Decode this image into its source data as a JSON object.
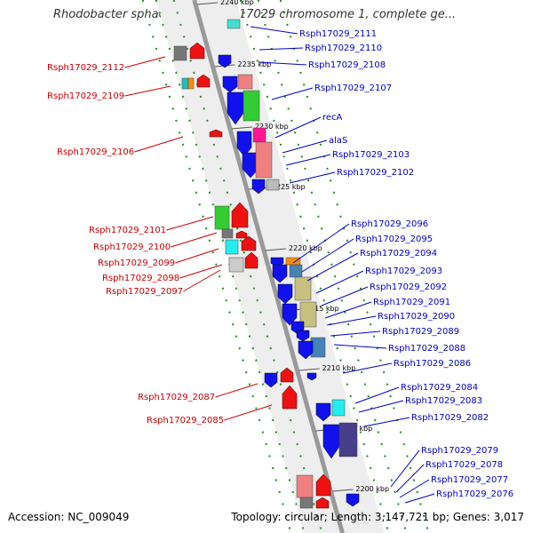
{
  "title": "Rhodobacter sphaeroides ATCC 17029 chromosome 1, complete ge...",
  "footer": {
    "accession": "Accession: NC_009049",
    "summary": "Topology: circular; Length: 3,147,721 bp; Genes: 3,017"
  },
  "colors": {
    "left_label": "#cc0000",
    "right_label": "#0000cc",
    "backbone": "#888888",
    "frame": "#228b22"
  },
  "ticks": [
    "2240 kbp",
    "2235 kbp",
    "2230 kbp",
    "2225 kbp",
    "2220 kbp",
    "2215 kbp",
    "2210 kbp",
    "2205 kbp",
    "2200 kbp"
  ],
  "left_labels": [
    "Rsph17029_2112",
    "Rsph17029_2109",
    "Rsph17029_2106",
    "Rsph17029_2101",
    "Rsph17029_2100",
    "Rsph17029_2099",
    "Rsph17029_2098",
    "Rsph17029_2097",
    "Rsph17029_2087",
    "Rsph17029_2085"
  ],
  "right_labels": [
    "Rsph17029_2111",
    "Rsph17029_2110",
    "Rsph17029_2108",
    "Rsph17029_2107",
    "recA",
    "alaS",
    "Rsph17029_2103",
    "Rsph17029_2102",
    "Rsph17029_2096",
    "Rsph17029_2095",
    "Rsph17029_2094",
    "Rsph17029_2093",
    "Rsph17029_2092",
    "Rsph17029_2091",
    "Rsph17029_2090",
    "Rsph17029_2089",
    "Rsph17029_2088",
    "Rsph17029_2086",
    "Rsph17029_2084",
    "Rsph17029_2083",
    "Rsph17029_2082",
    "Rsph17029_2079",
    "Rsph17029_2078",
    "Rsph17029_2077",
    "Rsph17029_2076"
  ]
}
